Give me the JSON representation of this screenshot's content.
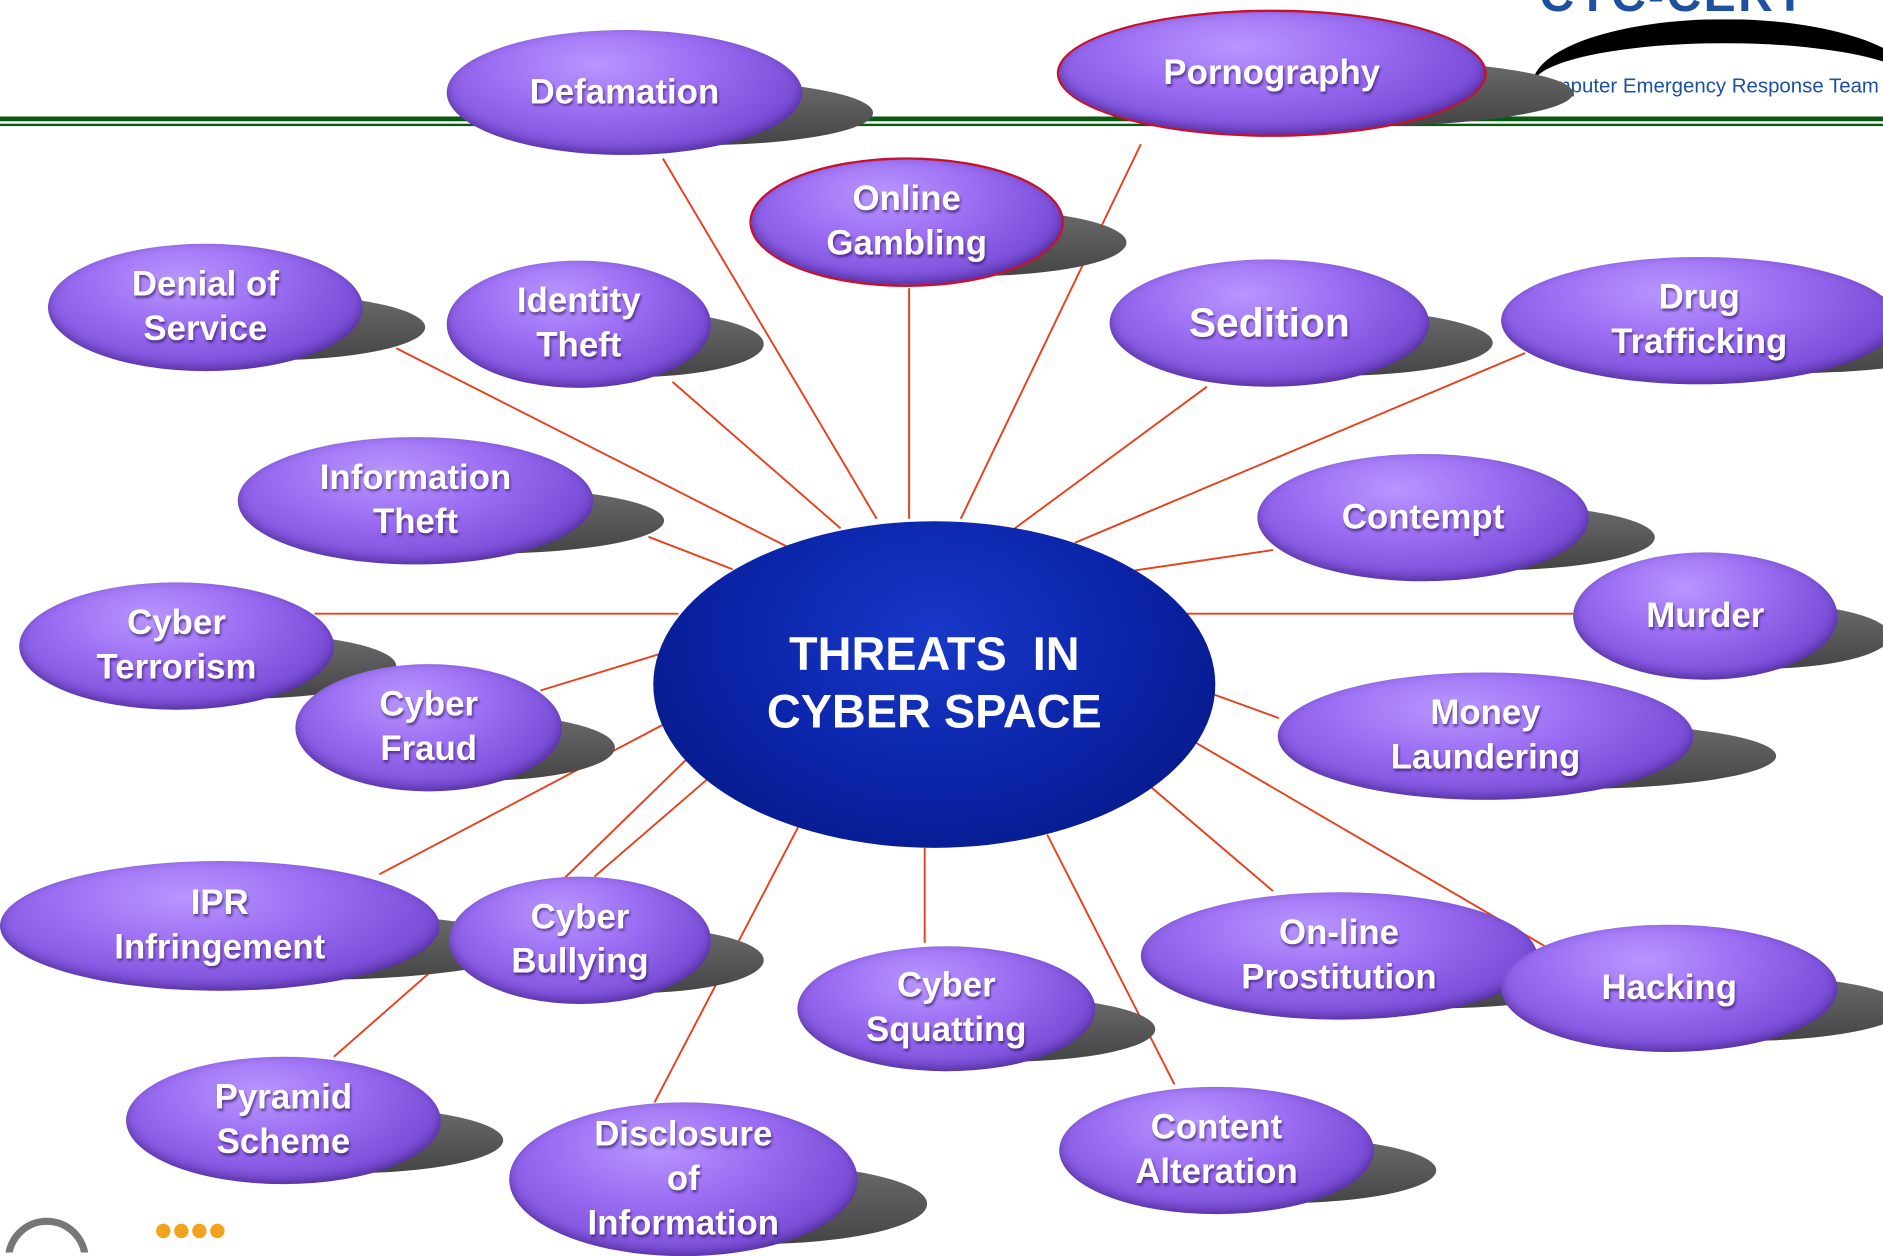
{
  "center": {
    "text": "THREATS  IN\nCYBER SPACE"
  },
  "header_logo": {
    "acronym": "CYC-CERT",
    "tagline": "Computer Emergency Response Team"
  },
  "threats": [
    {
      "id": "defamation",
      "text": "Defamation"
    },
    {
      "id": "pornography",
      "text": "Pornography"
    },
    {
      "id": "online-gambling",
      "text": "Online\nGambling"
    },
    {
      "id": "denial-of-service",
      "text": "Denial of\nService"
    },
    {
      "id": "identity-theft",
      "text": "Identity\nTheft"
    },
    {
      "id": "sedition",
      "text": "Sedition"
    },
    {
      "id": "drug-trafficking",
      "text": "Drug\nTrafficking"
    },
    {
      "id": "information-theft",
      "text": "Information\nTheft"
    },
    {
      "id": "contempt",
      "text": "Contempt"
    },
    {
      "id": "cyber-terrorism",
      "text": "Cyber\nTerrorism"
    },
    {
      "id": "murder",
      "text": "Murder"
    },
    {
      "id": "cyber-fraud",
      "text": "Cyber\nFraud"
    },
    {
      "id": "money-laundering",
      "text": "Money\nLaundering"
    },
    {
      "id": "ipr-infringement",
      "text": "IPR\nInfringement"
    },
    {
      "id": "cyber-bullying",
      "text": "Cyber\nBullying"
    },
    {
      "id": "on-line-prostitution",
      "text": "On-line\nProstitution"
    },
    {
      "id": "hacking",
      "text": "Hacking"
    },
    {
      "id": "cyber-squatting",
      "text": "Cyber\nSquatting"
    },
    {
      "id": "pyramid-scheme",
      "text": "Pyramid\nScheme"
    },
    {
      "id": "disclosure-of-information",
      "text": "Disclosure\nof\nInformation"
    },
    {
      "id": "content-alteration",
      "text": "Content\nAlteration"
    }
  ],
  "colors": {
    "node": "#8a5ce8",
    "center": "#0a24a8",
    "connector": "#e8401c",
    "rule": "#0b5a14"
  }
}
